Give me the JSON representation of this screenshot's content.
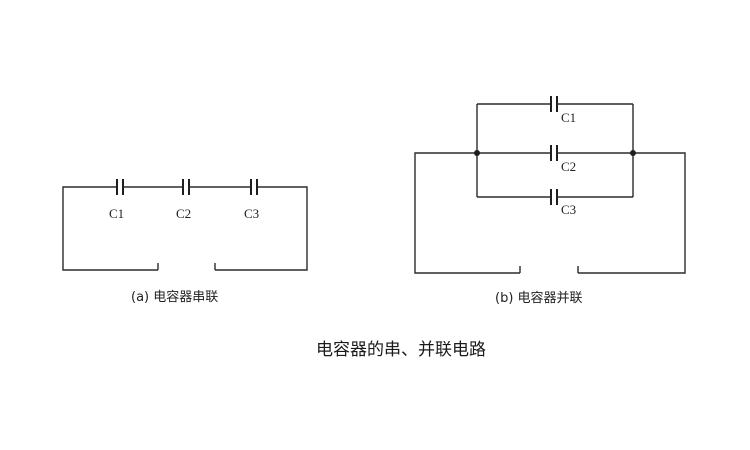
{
  "series_circuit": {
    "caption": "(a) 电容器串联",
    "capacitors": [
      "C1",
      "C2",
      "C3"
    ]
  },
  "parallel_circuit": {
    "caption": "(b) 电容器并联",
    "capacitors": [
      "C1",
      "C2",
      "C3"
    ]
  },
  "figure_title": "电容器的串、并联电路",
  "colors": {
    "line": "#2b2b2b",
    "text": "#222222",
    "background": "#ffffff"
  }
}
